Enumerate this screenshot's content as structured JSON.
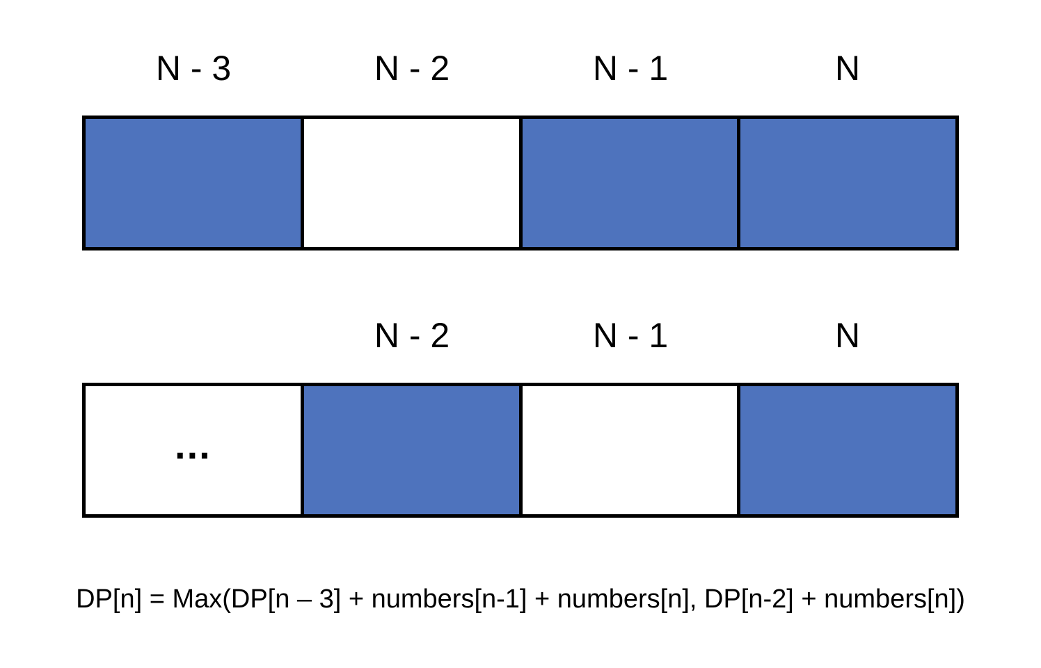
{
  "colors": {
    "filled": "#4e73bd",
    "empty": "#ffffff",
    "border": "#000000"
  },
  "top_row": {
    "labels": [
      "N - 3",
      "N - 2",
      "N - 1",
      "N"
    ],
    "cells": [
      "filled",
      "empty",
      "filled",
      "filled"
    ]
  },
  "bottom_row": {
    "labels": [
      "",
      "N - 2",
      "N - 1",
      "N"
    ],
    "cells": [
      "empty",
      "filled",
      "empty",
      "filled"
    ],
    "cell_text": [
      "...",
      "",
      "",
      ""
    ]
  },
  "formula": "DP[n] = Max(DP[n – 3] + numbers[n-1] + numbers[n], DP[n-2] + numbers[n])"
}
